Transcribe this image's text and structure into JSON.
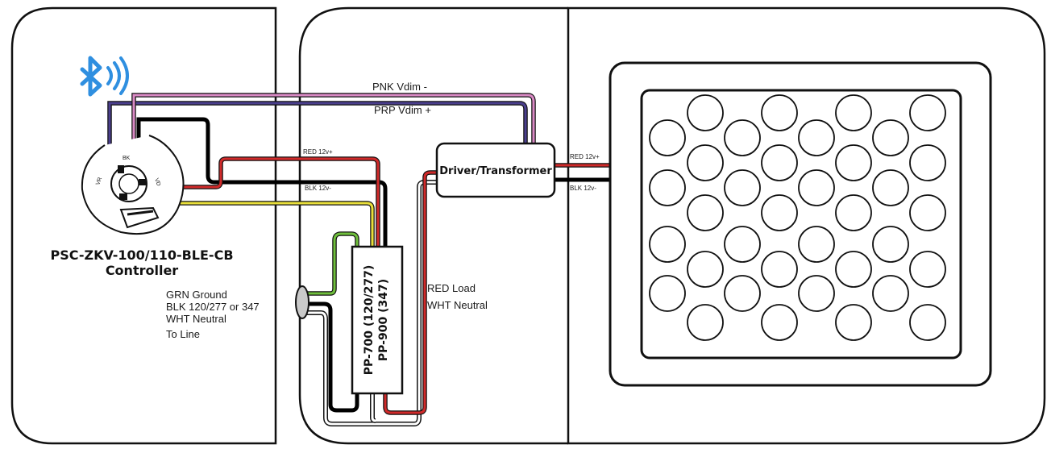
{
  "controller": {
    "model": "PSC-ZKV-100/110-BLE-CB",
    "name": "Controller",
    "terminal_labels": [
      "BK",
      "VR",
      "VD"
    ],
    "icon": "bluetooth-icon"
  },
  "line_in": {
    "lines": [
      "GRN Ground",
      "BLK 120/277 or 347",
      "WHT Neutral",
      "To Line"
    ]
  },
  "power_pack": {
    "model_1": "PP-700 (120/277)",
    "model_2": "PP-900 (347)"
  },
  "load": {
    "lines": [
      "RED Load",
      "WHT Neutral"
    ]
  },
  "wires": {
    "pnk": "PNK Vdim -",
    "prp": "PRP Vdim +",
    "red_in": "RED 12v+",
    "blk_in": "BLK 12v-",
    "red_out": "RED 12v+",
    "blk_out": "BLK 12v-"
  },
  "driver": {
    "label": "Driver/Transformer"
  },
  "colors": {
    "outline": "#111111",
    "pink": "#d989c4",
    "purple": "#4b3f8e",
    "red": "#d12a2a",
    "black": "#000000",
    "yellow": "#e9df3a",
    "green": "#6fbf3c",
    "bluetooth": "#2f8fe0"
  }
}
